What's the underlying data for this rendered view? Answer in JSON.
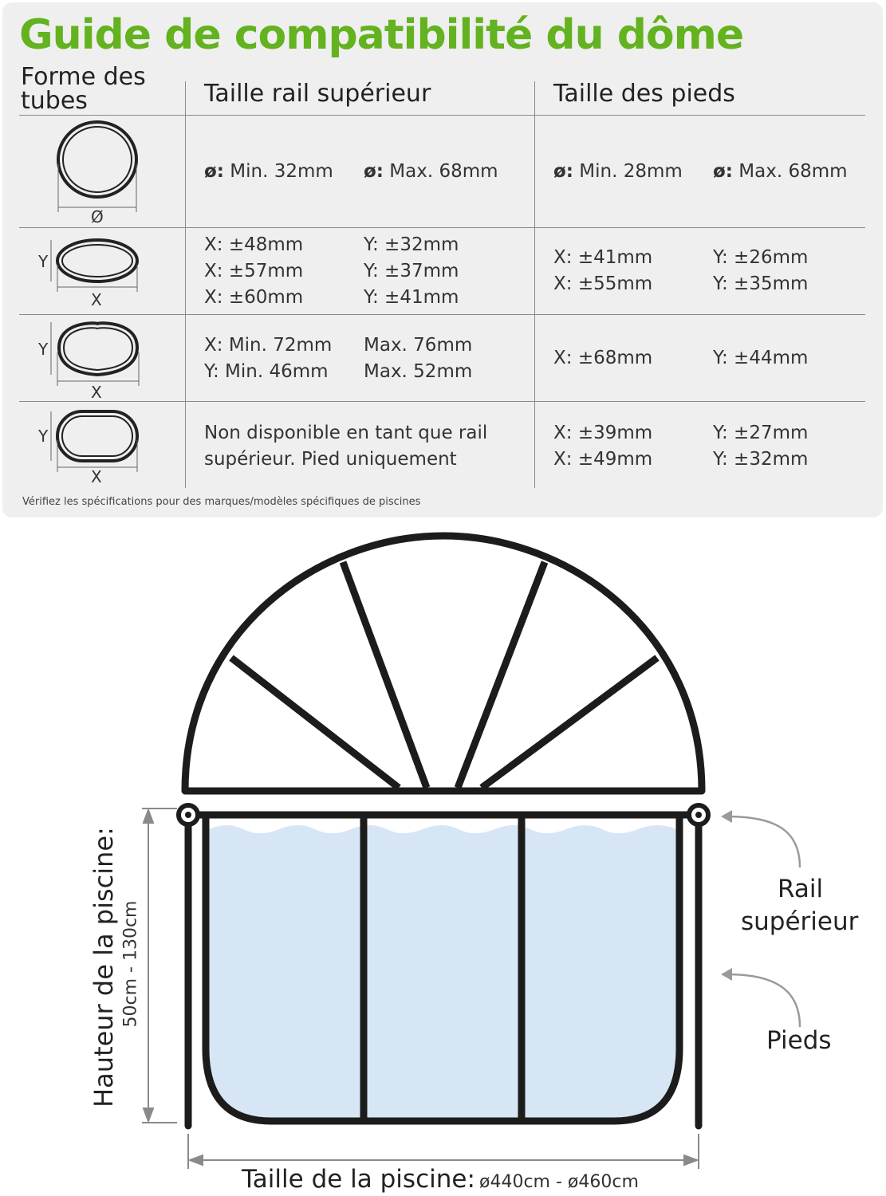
{
  "title": "Guide de compatibilité du dôme",
  "headers": {
    "shape": "Forme des tubes",
    "rail": "Taille rail supérieur",
    "feet": "Taille des pieds"
  },
  "rows": [
    {
      "shape": "round",
      "shape_labels": {
        "d": "Ø"
      },
      "rail": [
        [
          "ø:",
          " Min. 32mm"
        ],
        [
          "ø:",
          " Max. 68mm"
        ]
      ],
      "feet": [
        [
          "ø:",
          " Min. 28mm"
        ],
        [
          "ø:",
          " Max. 68mm"
        ]
      ]
    },
    {
      "shape": "oval",
      "shape_labels": {
        "y": "Y",
        "x": "X"
      },
      "rail": [
        [
          "X: ±48mm",
          "Y: ±32mm"
        ],
        [
          "X: ±57mm",
          "Y: ±37mm"
        ],
        [
          "X: ±60mm",
          "Y: ±41mm"
        ]
      ],
      "feet": [
        [
          "X: ±41mm",
          "Y: ±26mm"
        ],
        [
          "X: ±55mm",
          "Y: ±35mm"
        ]
      ]
    },
    {
      "shape": "d-shape",
      "shape_labels": {
        "y": "Y",
        "x": "X"
      },
      "rail": [
        [
          "X: Min. 72mm",
          "Max. 76mm"
        ],
        [
          "Y: Min. 46mm",
          "Max. 52mm"
        ]
      ],
      "feet": [
        [
          "X: ±68mm",
          "Y: ±44mm"
        ]
      ]
    },
    {
      "shape": "stadium",
      "shape_labels": {
        "y": "Y",
        "x": "X"
      },
      "rail_text": [
        "Non disponible en tant que rail",
        "supérieur. Pied uniquement"
      ],
      "feet": [
        [
          "X: ±39mm",
          "Y: ±27mm"
        ],
        [
          "X: ±49mm",
          "Y: ±32mm"
        ]
      ]
    }
  ],
  "note": "Vérifiez les spécifications pour des marques/modèles spécifiques de piscines",
  "diagram": {
    "height_label": "Hauteur de la piscine:",
    "height_range": "50cm - 130cm",
    "rail_label_1": "Rail",
    "rail_label_2": "supérieur",
    "feet_label": "Pieds",
    "size_label": "Taille de la piscine:",
    "size_range": "ø440cm - ø460cm",
    "colors": {
      "water": "#d6e6f5",
      "frame": "#1c1c1c",
      "arrow": "#9a9a9a"
    }
  }
}
